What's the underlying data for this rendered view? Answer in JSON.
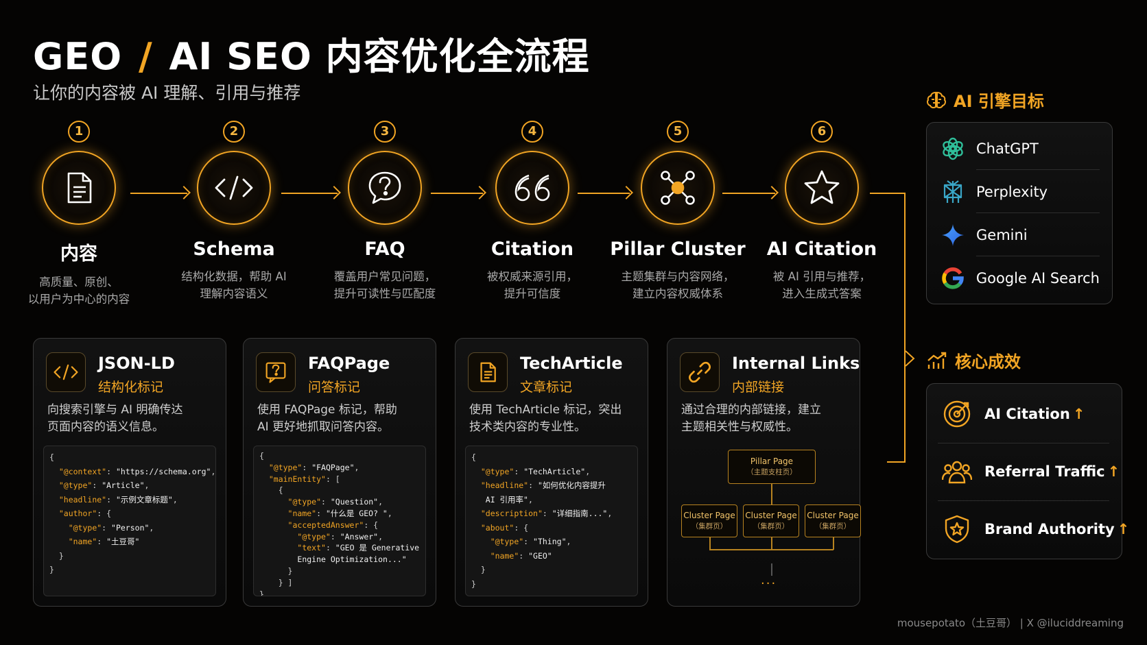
{
  "header": {
    "title_left": "GEO",
    "title_slash": "/",
    "title_right": "AI SEO 内容优化全流程",
    "subtitle": "让你的内容被 AI 理解、引用与推荐"
  },
  "steps": [
    {
      "num": "1",
      "name": "内容",
      "desc1": "高质量、原创、",
      "desc2": "以用户为中心的内容",
      "icon": "document-icon"
    },
    {
      "num": "2",
      "name": "Schema",
      "desc1": "结构化数据，帮助 AI",
      "desc2": "理解内容语义",
      "icon": "code-icon"
    },
    {
      "num": "3",
      "name": "FAQ",
      "desc1": "覆盖用户常见问题，",
      "desc2": "提升可读性与匹配度",
      "icon": "question-bubble-icon"
    },
    {
      "num": "4",
      "name": "Citation",
      "desc1": "被权威来源引用，",
      "desc2": "提升可信度",
      "icon": "quote-icon"
    },
    {
      "num": "5",
      "name": "Pillar Cluster",
      "desc1": "主题集群与内容网络，",
      "desc2": "建立内容权威体系",
      "icon": "network-icon"
    },
    {
      "num": "6",
      "name": "AI Citation",
      "desc1": "被 AI 引用与推荐，",
      "desc2": "进入生成式答案",
      "icon": "star-icon"
    }
  ],
  "cards": [
    {
      "title": "JSON-LD",
      "subtitle": "结构化标记",
      "desc1": "向搜索引擎与 AI 明确传达",
      "desc2": "页面内容的语义信息。",
      "icon": "code-icon"
    },
    {
      "title": "FAQPage",
      "subtitle": "问答标记",
      "desc1": "使用 FAQPage 标记，帮助",
      "desc2": "AI 更好地抓取问答内容。",
      "icon": "question-bubble-icon"
    },
    {
      "title": "TechArticle",
      "subtitle": "文章标记",
      "desc1": "使用 TechArticle 标记，突出",
      "desc2": "技术类内容的专业性。",
      "icon": "document-icon"
    },
    {
      "title": "Internal Links",
      "subtitle": "内部链接",
      "desc1": "通过合理的内部链接，建立",
      "desc2": "主题相关性与权威性。",
      "icon": "link-icon"
    }
  ],
  "code1": {
    "l1": "{",
    "k_context": "\"@context\"",
    "v_context": "\"https://schema.org\"",
    "k_type": "\"@type\"",
    "v_type": "\"Article\"",
    "k_headline": "\"headline\"",
    "v_headline": "\"示例文章标题\"",
    "k_author": "\"author\"",
    "k_type2": "\"@type\"",
    "v_type2": "\"Person\"",
    "k_name": "\"name\"",
    "v_name": "\"土豆哥\""
  },
  "code2": {
    "k_type": "\"@type\"",
    "v_type": "\"FAQPage\"",
    "k_main": "\"mainEntity\"",
    "k_type2": "\"@type\"",
    "v_type2": "\"Question\"",
    "k_name": "\"name\"",
    "v_name": "\"什么是 GEO? \"",
    "k_ans": "\"acceptedAnswer\"",
    "k_type3": "\"@type\"",
    "v_type3": "\"Answer\"",
    "k_text": "\"text\"",
    "v_text1": "\"GEO 是 Generative",
    "v_text2": "Engine Optimization...\""
  },
  "code3": {
    "k_type": "\"@type\"",
    "v_type": "\"TechArticle\"",
    "k_headline": "\"headline\"",
    "v_headline1": "\"如何优化内容提升",
    "v_headline2": "AI 引用率\"",
    "k_desc": "\"description\"",
    "v_desc": "\"详细指南...\"",
    "k_about": "\"about\"",
    "k_type2": "\"@type\"",
    "v_type2": "\"Thing\"",
    "k_name": "\"name\"",
    "v_name": "\"GEO\""
  },
  "pillar": {
    "top": "Pillar Page",
    "top_sub": "（主题支柱页）",
    "cluster": "Cluster Page",
    "cluster_sub": "（集群页）",
    "more": "..."
  },
  "engines_section": {
    "heading": "AI 引擎目标",
    "items": [
      {
        "label": "ChatGPT",
        "icon": "chatgpt-icon"
      },
      {
        "label": "Perplexity",
        "icon": "perplexity-icon"
      },
      {
        "label": "Gemini",
        "icon": "gemini-icon"
      },
      {
        "label": "Google AI Search",
        "icon": "google-icon"
      }
    ]
  },
  "effects_section": {
    "heading": "核心成效",
    "items": [
      {
        "label": "AI Citation",
        "arrow": "↑",
        "icon": "target-icon"
      },
      {
        "label": "Referral Traffic",
        "arrow": "↑",
        "icon": "users-icon"
      },
      {
        "label": "Brand Authority",
        "arrow": "↑",
        "icon": "shield-star-icon"
      }
    ]
  },
  "footer": "mousepotato（土豆哥） | X @iluciddreaming",
  "colors": {
    "accent": "#f2a524",
    "background": "#050403"
  }
}
